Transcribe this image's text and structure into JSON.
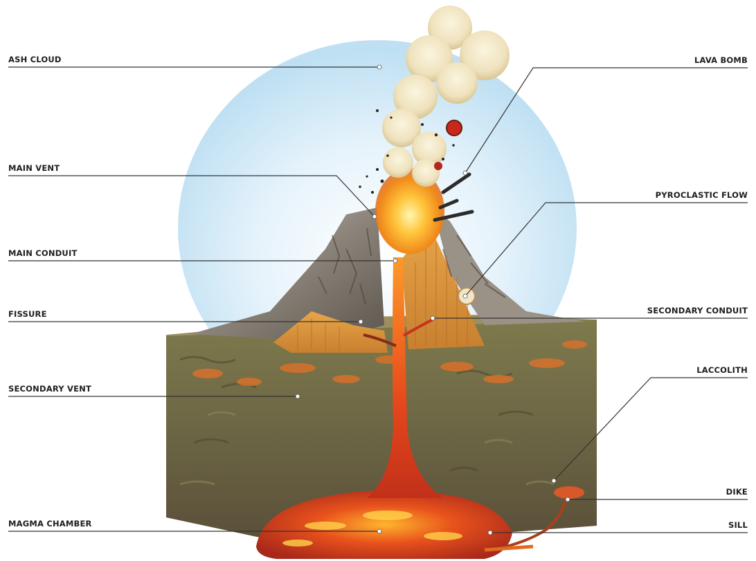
{
  "labels": {
    "ash_cloud": "ASH CLOUD",
    "lava_bomb": "LAVA BOMB",
    "main_vent": "MAIN VENT",
    "pyroclastic_flow": "PYROCLASTIC FLOW",
    "main_conduit": "MAIN CONDUIT",
    "fissure": "FISSURE",
    "secondary_conduit": "SECONDARY CONDUIT",
    "secondary_vent": "SECONDARY VENT",
    "laccolith": "LACCOLITH",
    "dike": "DIKE",
    "magma_chamber": "MAGMA CHAMBER",
    "sill": "SILL"
  },
  "colors": {
    "sky": "#cfe8f7",
    "soil": "#6f6a45",
    "lava": "#e8541a",
    "magma": "#d9431a",
    "slope_gold": "#d99a3e",
    "rock_grey": "#8e8478",
    "ash": "#efe4c4",
    "leader_line": "#333333"
  }
}
